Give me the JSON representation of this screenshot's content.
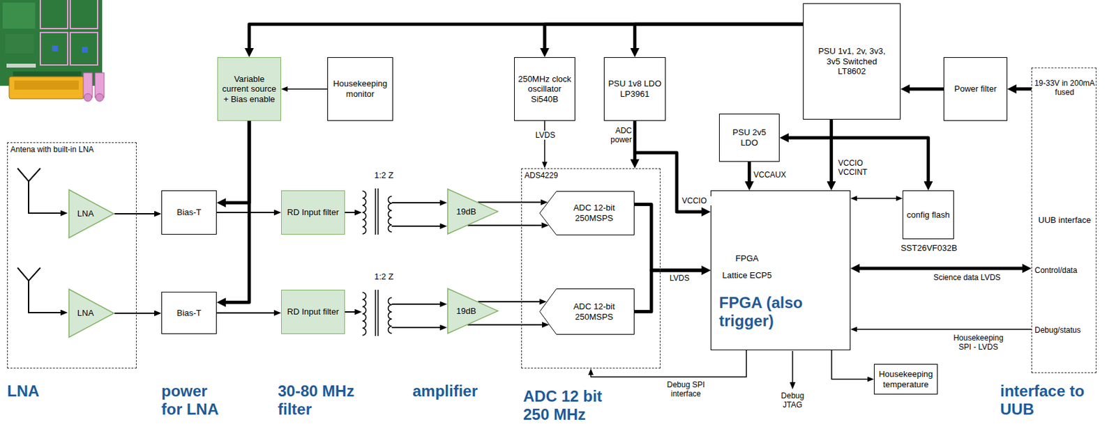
{
  "diagram": {
    "nodes": [
      {
        "text": [
          "Antena with built-in LNA"
        ]
      },
      {
        "text": [
          "LNA"
        ],
        "in": 0
      },
      {
        "text": [
          "LNA"
        ],
        "in": 0
      },
      {
        "text": [
          "Variable current source + Bias enable"
        ]
      },
      {
        "text": [
          "Housekeeping monitor"
        ]
      },
      {
        "text": [
          "250MHz clock oscillator Si540B"
        ]
      },
      {
        "text": [
          "PSU 1v8 LDO LP3961"
        ]
      },
      {
        "text": [
          "PSU 1v1, 2v, 3v3, 3v5 Switched LT8602"
        ]
      },
      {
        "text": [
          "Power filter"
        ]
      },
      {
        "text": [
          "19-33V in 200mA fused",
          "UUB interface",
          "Control/data",
          "Debug/status"
        ]
      },
      {
        "text": [
          "PSU 2v5 LDO"
        ]
      },
      {
        "text": [
          "Bias-T"
        ]
      },
      {
        "text": [
          "RD Input filter"
        ]
      },
      {
        "text": [
          "1:2 Z"
        ]
      },
      {
        "text": [
          "19dB"
        ]
      },
      {
        "text": [
          "ADS4229"
        ]
      },
      {
        "text": [
          "ADC 12-bit 250MSPS"
        ],
        "in": 15
      },
      {
        "text": [
          "ADC 12-bit 250MSPS"
        ],
        "in": 15
      },
      {
        "text": [
          "FPGA",
          "Lattice ECP5",
          "FPGA (also trigger)"
        ]
      },
      {
        "text": [
          "config flash",
          "SST26VF032B"
        ]
      },
      {
        "text": [
          "Bias-T"
        ]
      },
      {
        "text": [
          "RD Input filter"
        ]
      },
      {
        "text": [
          "1:2 Z"
        ]
      },
      {
        "text": [
          "19dB"
        ]
      },
      {
        "text": [
          "Housekeeping temperature"
        ]
      }
    ],
    "edges": [
      {
        "from": 7,
        "to": 3,
        "arrow": "to"
      },
      {
        "from": 7,
        "to": 5,
        "arrow": "to"
      },
      {
        "from": 7,
        "to": 6,
        "arrow": "to"
      },
      {
        "from": 7,
        "to": 18,
        "label": "VCCIO VCCINT",
        "arrow": "to"
      },
      {
        "from": 8,
        "to": 7,
        "arrow": "to"
      },
      {
        "from": 9,
        "to": 8,
        "arrow": "to"
      },
      {
        "from": 4,
        "to": 3,
        "arrow": "to"
      },
      {
        "from": 3,
        "to": 11,
        "arrow": "to"
      },
      {
        "from": 3,
        "to": 20,
        "arrow": "to"
      },
      {
        "from": 1,
        "to": 11,
        "arrow": "to"
      },
      {
        "from": 2,
        "to": 20,
        "arrow": "to"
      },
      {
        "from": 11,
        "to": 12,
        "arrow": "to"
      },
      {
        "from": 20,
        "to": 21,
        "arrow": "to"
      },
      {
        "from": 12,
        "to": 13,
        "arrow": "to"
      },
      {
        "from": 21,
        "to": 22,
        "arrow": "to"
      },
      {
        "from": 13,
        "to": 14,
        "arrow": "to"
      },
      {
        "from": 13,
        "to": 14,
        "arrow": "to"
      },
      {
        "from": 22,
        "to": 23,
        "arrow": "to"
      },
      {
        "from": 22,
        "to": 23,
        "arrow": "to"
      },
      {
        "from": 14,
        "to": 16,
        "arrow": "to"
      },
      {
        "from": 14,
        "to": 16,
        "arrow": "to"
      },
      {
        "from": 23,
        "to": 17,
        "arrow": "to"
      },
      {
        "from": 23,
        "to": 17,
        "arrow": "to"
      },
      {
        "from": 5,
        "to": 15,
        "label": "LVDS",
        "arrow": "to"
      },
      {
        "from": 6,
        "to": 15,
        "label": "ADC power",
        "arrow": "to"
      },
      {
        "from": 6,
        "to": 18,
        "label": "VCCIO",
        "arrow": "to"
      },
      {
        "from": 10,
        "to": 18,
        "label": "VCCAUX",
        "arrow": "to"
      },
      {
        "from": 10,
        "to": 19,
        "arrow": "both"
      },
      {
        "from": 16,
        "to": 18,
        "label": "LVDS",
        "arrow": "to"
      },
      {
        "from": 17,
        "to": 18,
        "arrow": "to"
      },
      {
        "from": 18,
        "to": 19,
        "arrow": "both"
      },
      {
        "from": 18,
        "to": 9,
        "label": "Science data LVDS",
        "arrow": "both"
      },
      {
        "from": 9,
        "to": 18,
        "label": "Housekeeping SPI - LVDS",
        "arrow": "to"
      },
      {
        "from": 18,
        "to": 15,
        "label": "Debug SPI interface",
        "arrow": "to"
      },
      {
        "from": 18,
        "to": 24,
        "arrow": "to"
      }
    ],
    "labels": [
      "Debug JTAG",
      "LNA",
      "power for LNA",
      "30-80 MHz filter",
      "amplifier",
      "ADC 12 bit 250 MHz",
      "interface to UUB"
    ]
  }
}
